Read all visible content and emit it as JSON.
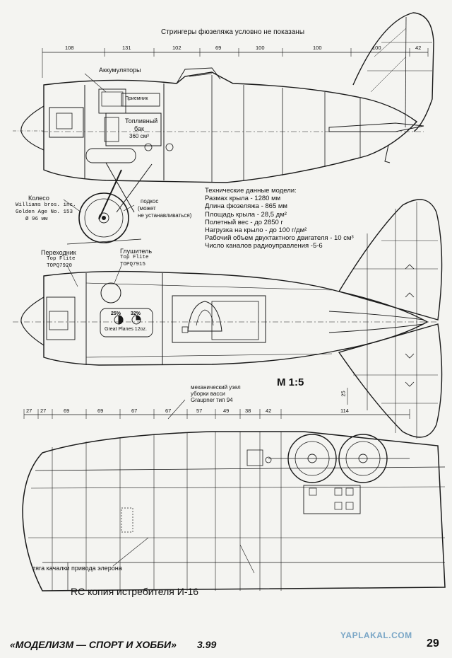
{
  "header_note": "Стрингеры фюзеляжа условно не показаны",
  "side_view": {
    "dims": [
      "108",
      "131",
      "102",
      "69",
      "100",
      "100",
      "100",
      "42"
    ],
    "labels": {
      "batteries": "Аккумуляторы",
      "receiver": "Приемник",
      "tank_line1": "Топливный",
      "tank_line2": "бак",
      "tank_volume": "360 см³",
      "wheel_title": "Колесо",
      "wheel_line2": "Williams bros. inc.",
      "wheel_line3": "Golden Age No. 153",
      "wheel_line4": "Ø 96 мм",
      "strut_title": "подкос",
      "strut_line2": "(может",
      "strut_line3": "не устанавливаться)"
    }
  },
  "specs": {
    "title": "Технические данные модели:",
    "lines": [
      "Размах крыла   -   1280 мм",
      "Длина фюзеляжа  -   865 мм",
      "Площадь крыла  -   28,5 дм²",
      "Полетный вес   -  до 2850 г",
      "Нагрузка на крыло - до 100 г/дм²",
      "Рабочий объем двухтактного двигателя - 10 см³",
      "Число каналов радиоуправления -5-6"
    ]
  },
  "top_view": {
    "labels": {
      "adapter_title": "Переходник",
      "adapter_line2": "Top Flite",
      "adapter_line3": "TOPQ7920",
      "muffler_title": "Глушитель",
      "muffler_line2": "Top Flite",
      "muffler_line3": "TOPQ7915",
      "prop_pct1": "25%",
      "prop_pct2": "32%",
      "prop_brand": "Great Planes 12oz."
    },
    "tail_dim": "25"
  },
  "scale": "М 1:5",
  "wing_view": {
    "dims": [
      "27",
      "27",
      "69",
      "69",
      "67",
      "67",
      "57",
      "49",
      "38",
      "42",
      "114"
    ],
    "labels": {
      "mech_line1": "механический узел",
      "mech_line2": "уборки васси",
      "mech_line3": "Graupner тип 94",
      "aileron_rod": "тяга качалки привода элерона"
    }
  },
  "caption": "RC копия истребителя И-16",
  "footer": {
    "magazine": "«МОДЕЛИЗМ — СПОРТ И ХОББИ»",
    "issue": "3.99",
    "page": "29",
    "watermark": "YAPLAKAL.COM"
  }
}
